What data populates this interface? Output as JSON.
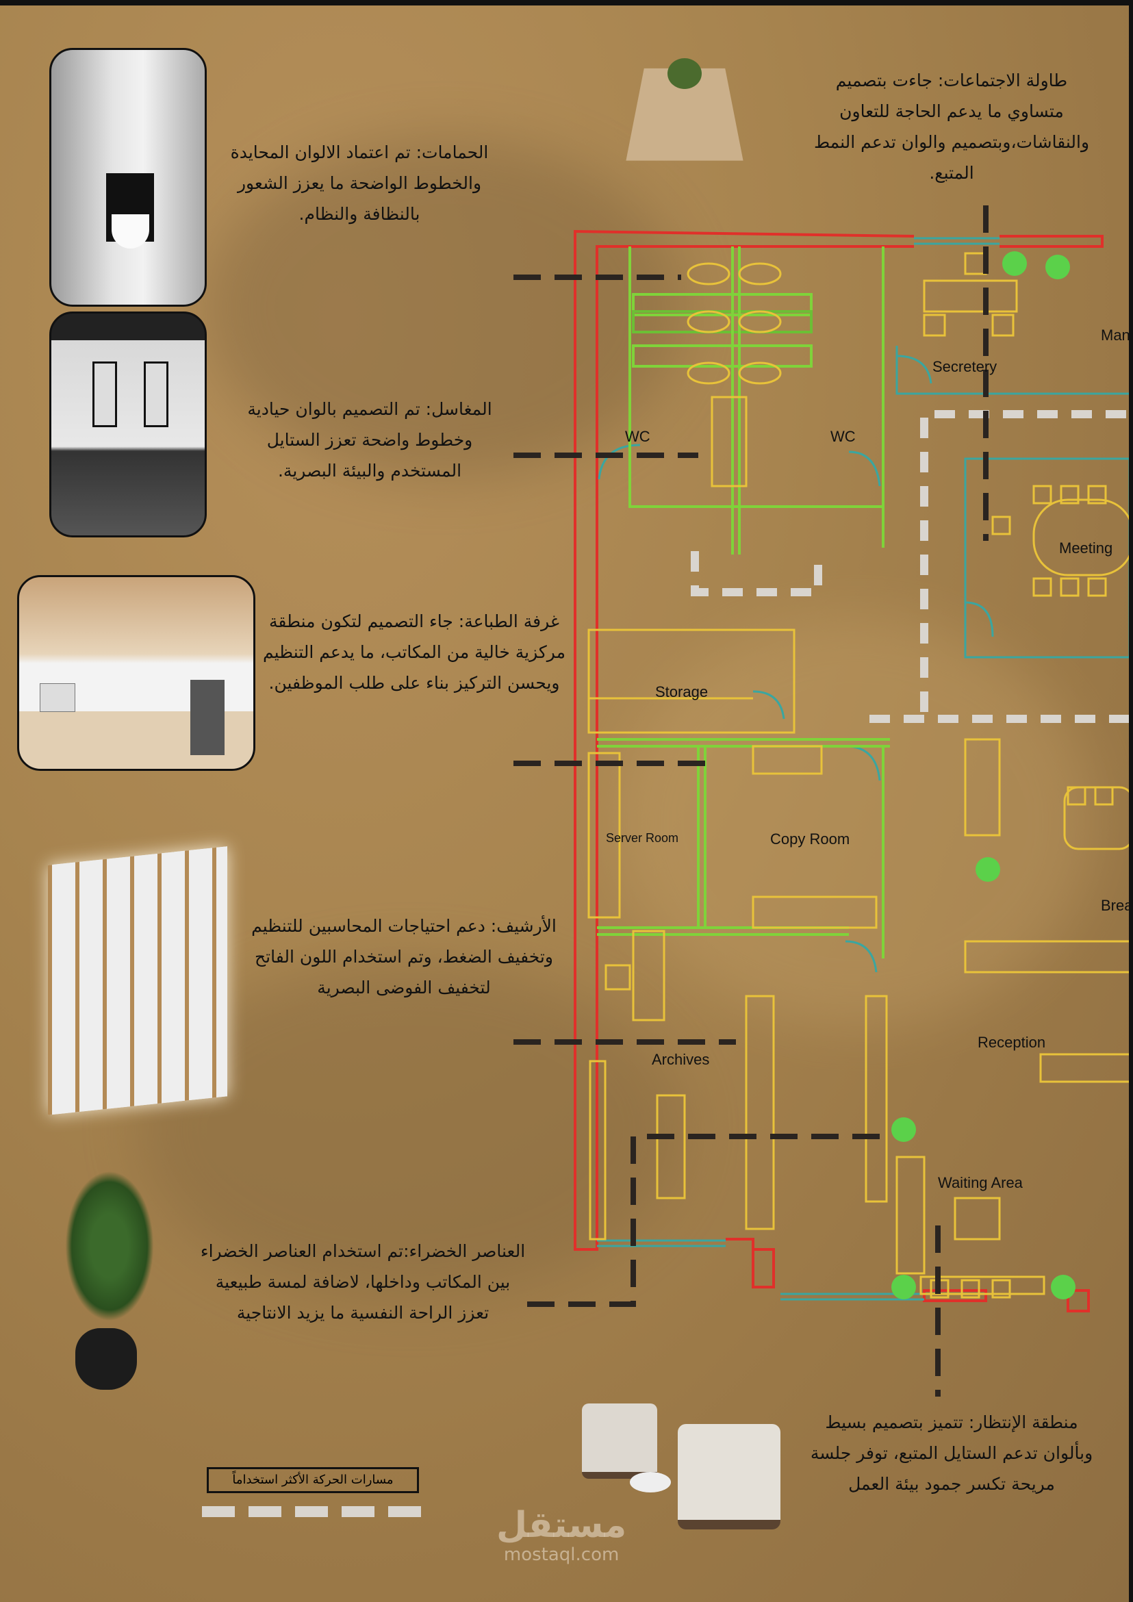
{
  "notes": {
    "bathrooms": "الحمامات: تم اعتماد الالوان المحايدة والخطوط الواضحة ما يعزز الشعور بالنظافة والنظام.",
    "sinks": "المغاسل: تم التصميم بالوان حيادية وخطوط واضحة تعزز الستايل المستخدم والبيئة البصرية.",
    "print_room": "غرفة الطباعة: جاء التصميم لتكون منطقة مركزية خالية من المكاتب، ما يدعم التنظيم ويحسن التركيز بناء على طلب الموظفين.",
    "archive": "الأرشيف: دعم احتياجات المحاسبين للتنظيم وتخفيف الضغط، وتم استخدام اللون الفاتح لتخفيف الفوضى البصرية",
    "green": "العناصر الخضراء:تم استخدام العناصر الخضراء بين المكاتب وداخلها، لاضافة لمسة طبيعية تعزز الراحة النفسية ما يزيد الانتاجية",
    "meeting": "طاولة الاجتماعات: جاءت بتصميم متساوي ما يدعم الحاجة للتعاون والنقاشات،وبتصميم والوان تدعم النمط المتبع.",
    "waiting": "منطقة الإنتظار: تتميز بتصميم بسيط وبألوان تدعم الستايل المتبع، توفر جلسة مريحة تكسر جمود بيئة العمل"
  },
  "rooms": {
    "wc1": "WC",
    "wc2": "WC",
    "secretary": "Secretery",
    "manager": "Mana",
    "meeting": "Meeting",
    "storage": "Storage",
    "server": "Server Room",
    "copy": "Copy Room",
    "break": "Break",
    "reception": "Reception",
    "archives": "Archives",
    "waiting": "Waiting Area"
  },
  "legend": {
    "label": "مسارات الحركة الأكثر استخداماً"
  },
  "watermark": {
    "logo": "مستقل",
    "url": "mostaql.com"
  },
  "colors": {
    "wall_red": "#e0302a",
    "green": "#7fd33a",
    "yellow": "#e8c23a",
    "teal": "#3aa6a0",
    "circulation": "#d9d5cf"
  }
}
